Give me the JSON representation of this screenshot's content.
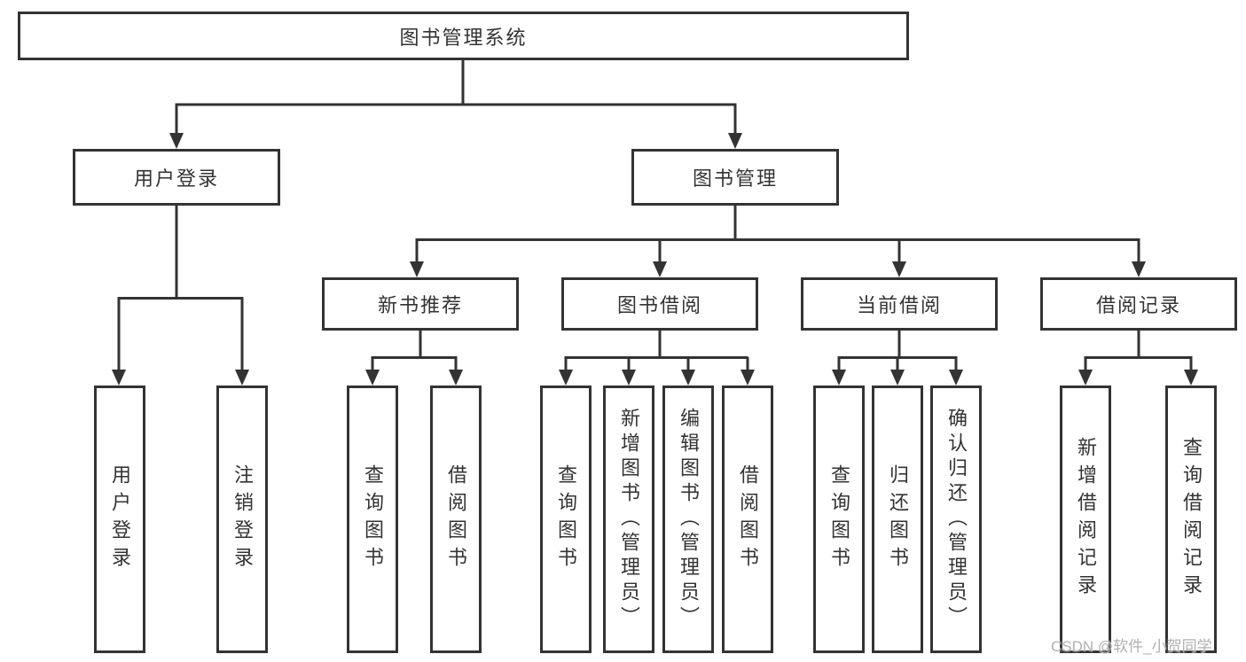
{
  "root": {
    "label": "图书管理系统"
  },
  "user_branch": {
    "label": "用户登录",
    "children": [
      {
        "label": "用户登录"
      },
      {
        "label": "注销登录"
      }
    ]
  },
  "mgmt_branch": {
    "label": "图书管理",
    "groups": [
      {
        "label": "新书推荐",
        "children": [
          {
            "label": "查询图书"
          },
          {
            "label": "借阅图书"
          }
        ]
      },
      {
        "label": "图书借阅",
        "children": [
          {
            "label": "查询图书"
          },
          {
            "label": "新增图书（管理员）"
          },
          {
            "label": "编辑图书（管理员）"
          },
          {
            "label": "借阅图书"
          }
        ]
      },
      {
        "label": "当前借阅",
        "children": [
          {
            "label": "查询图书"
          },
          {
            "label": "归还图书"
          },
          {
            "label": "确认归还（管理员）"
          }
        ]
      },
      {
        "label": "借阅记录",
        "children": [
          {
            "label": "新增借阅记录"
          },
          {
            "label": "查询借阅记录"
          }
        ]
      }
    ]
  },
  "watermark": "CSDN @软件_小贺同学",
  "colors": {
    "line": "#333333",
    "border": "#333333",
    "text": "#333333",
    "watermark": "#b0b0b0",
    "background": "#ffffff"
  }
}
